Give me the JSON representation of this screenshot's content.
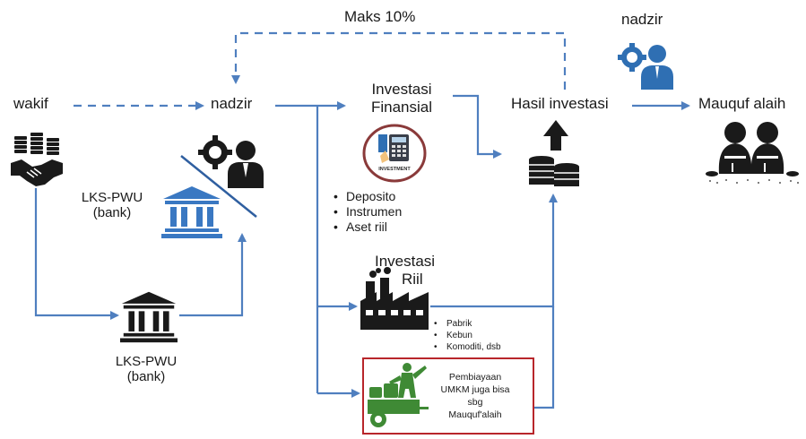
{
  "nodes": {
    "wakif": "wakif",
    "nadzir": "nadzir",
    "nadzir_top": "nadzir",
    "investasi_finansial": [
      "Investasi",
      "Finansial"
    ],
    "hasil_investasi": "Hasil investasi",
    "mauquf_alaih": "Mauquf alaih",
    "lks_pwu_upper": [
      "LKS-PWU",
      "(bank)"
    ],
    "lks_pwu_lower": [
      "LKS-PWU",
      "(bank)"
    ],
    "investasi_riil": [
      "Investasi",
      "Riil"
    ],
    "maks": "Maks 10%"
  },
  "finansial_items": [
    "Deposito",
    "Instrumen",
    "Aset riil"
  ],
  "riil_items": [
    "Pabrik",
    "Kebun",
    "Komoditi, dsb"
  ],
  "umkm_text": [
    "Pembiayaan",
    "UMKM juga bisa",
    "sbg",
    "Mauquf'alaih"
  ],
  "investment_icon_text": "INVESTMENT",
  "colors": {
    "arrow": "#4f7fbf",
    "bank_blue": "#3a78c2",
    "umkm_green": "#3f8a35",
    "umkm_border": "#b8262b",
    "nadzir_blue": "#2f6fb3",
    "invest_circle": "#8a3a3a"
  }
}
